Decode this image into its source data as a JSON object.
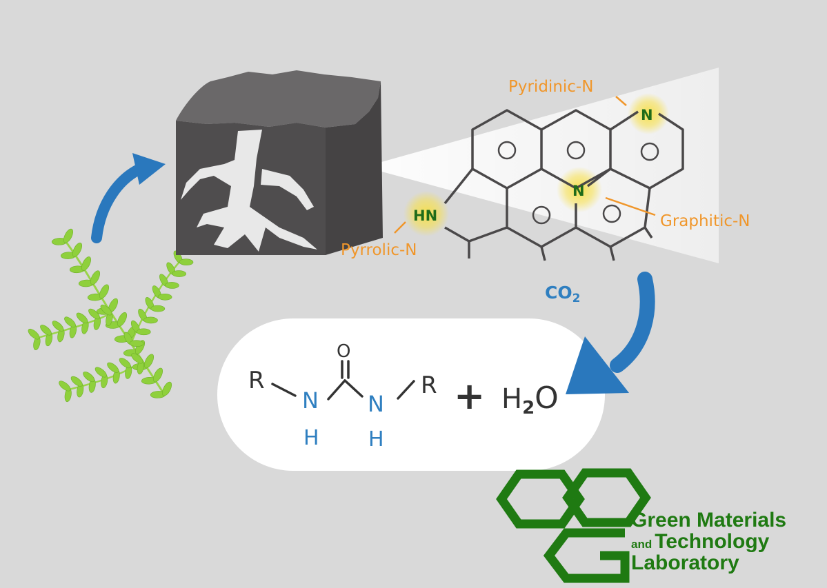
{
  "labels": {
    "pyridinic": "Pyridinic-N",
    "graphitic": "Graphitic-N",
    "pyrrolic": "Pyrrolic-N",
    "pyridinic_atom": "N",
    "graphitic_atom": "N",
    "pyrrolic_atom": "HN",
    "co2_main": "CO",
    "co2_sub": "2"
  },
  "product": {
    "r_left": "R",
    "r_right": "R",
    "oxygen": "O",
    "n_left": "N",
    "n_right": "N",
    "h_left": "H",
    "h_right": "H",
    "plus": "+",
    "water_h": "H",
    "water_sub": "2",
    "water_o": "O"
  },
  "logo": {
    "line1": "Green Materials",
    "line2_small": "and",
    "line2": "Technology",
    "line3": "Laboratory"
  },
  "colors": {
    "background": "#d9d9d9",
    "carbon": "#4a4849",
    "arrow": "#2a78bd",
    "label_orange": "#f0962a",
    "atom_green": "#1f6b1a",
    "logo_green": "#1f7a12",
    "glow": "#f7e04a"
  },
  "icons": [
    "fern-leaf-icon",
    "carbon-block-icon",
    "curved-arrow-icon"
  ]
}
